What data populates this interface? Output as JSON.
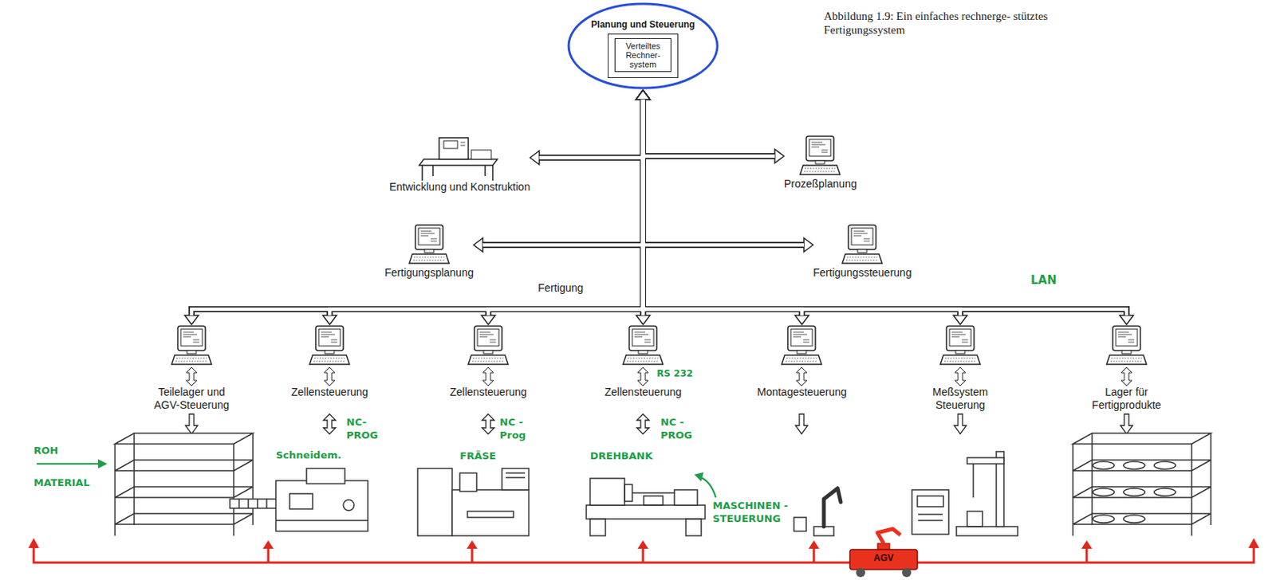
{
  "diagram": {
    "caption": "Abbildung 1.9: Ein einfaches rechnerge- stütztes Fertigungssystem",
    "nodes": [
      {
        "text": [
          "Planung und Steuerung",
          "Verteiltes Rechner- system"
        ]
      },
      {
        "text": [
          "Entwicklung und Konstruktion"
        ]
      },
      {
        "text": [
          "Prozeßplanung"
        ]
      },
      {
        "text": [
          "Fertigungsplanung"
        ]
      },
      {
        "text": [
          "Fertigungssteuerung"
        ]
      },
      {
        "text": [
          "Teilelager und AGV-Steuerung"
        ]
      },
      {
        "text": [
          "Zellensteuerung"
        ]
      },
      {
        "text": [
          "Zellensteuerung"
        ]
      },
      {
        "text": [
          "Zellensteuerung"
        ]
      },
      {
        "text": [
          "Montagesteuerung"
        ]
      },
      {
        "text": [
          "Meßsystem Steuerung"
        ]
      },
      {
        "text": [
          "Lager für Fertigprodukte"
        ]
      },
      {
        "text": [
          "AGV"
        ]
      }
    ],
    "edges": [
      {
        "from": 0,
        "to": 1,
        "arrow": "both"
      },
      {
        "from": 0,
        "to": 2,
        "arrow": "both"
      },
      {
        "from": 0,
        "to": 3,
        "arrow": "both"
      },
      {
        "from": 0,
        "to": 4,
        "arrow": "both"
      },
      {
        "from": 0,
        "to": 5,
        "arrow": "both"
      },
      {
        "from": 0,
        "to": 6,
        "arrow": "both"
      },
      {
        "from": 0,
        "to": 7,
        "arrow": "both"
      },
      {
        "from": 0,
        "to": 8,
        "arrow": "both"
      },
      {
        "from": 0,
        "to": 9,
        "arrow": "both"
      },
      {
        "from": 0,
        "to": 10,
        "arrow": "both"
      },
      {
        "from": 0,
        "to": 11,
        "arrow": "both"
      }
    ],
    "labels": [
      "Fertigung",
      "LAN",
      "ROH",
      "MATERIAL",
      "NC- PROG",
      "Schneidem.",
      "NC -Prog",
      "FRÄSE",
      "RS 232",
      "NC - PROG",
      "DREHBANK",
      "MASCHINEN -STEUERUNG"
    ]
  }
}
